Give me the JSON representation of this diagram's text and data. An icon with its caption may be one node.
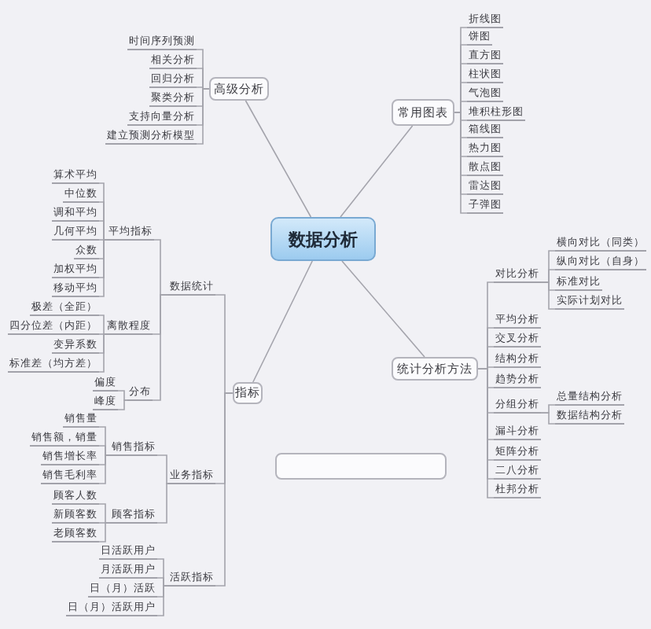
{
  "diagram": {
    "nodes": [
      {
        "text": [
          "数据分析"
        ]
      },
      {
        "text": [
          "高级分析"
        ]
      },
      {
        "text": [
          "时间序列预测"
        ]
      },
      {
        "text": [
          "相关分析"
        ]
      },
      {
        "text": [
          "回归分析"
        ]
      },
      {
        "text": [
          "聚类分析"
        ]
      },
      {
        "text": [
          "支持向量分析"
        ]
      },
      {
        "text": [
          "建立预测分析模型"
        ]
      },
      {
        "text": [
          "常用图表"
        ]
      },
      {
        "text": [
          "折线图"
        ]
      },
      {
        "text": [
          "饼图"
        ]
      },
      {
        "text": [
          "直方图"
        ]
      },
      {
        "text": [
          "柱状图"
        ]
      },
      {
        "text": [
          "气泡图"
        ]
      },
      {
        "text": [
          "堆积柱形图"
        ]
      },
      {
        "text": [
          "箱线图"
        ]
      },
      {
        "text": [
          "热力图"
        ]
      },
      {
        "text": [
          "散点图"
        ]
      },
      {
        "text": [
          "雷达图"
        ]
      },
      {
        "text": [
          "子弹图"
        ]
      },
      {
        "text": [
          "指标"
        ]
      },
      {
        "text": [
          "数据统计"
        ]
      },
      {
        "text": [
          "平均指标"
        ]
      },
      {
        "text": [
          "算术平均"
        ]
      },
      {
        "text": [
          "中位数"
        ]
      },
      {
        "text": [
          "调和平均"
        ]
      },
      {
        "text": [
          "几何平均"
        ]
      },
      {
        "text": [
          "众数"
        ]
      },
      {
        "text": [
          "加权平均"
        ]
      },
      {
        "text": [
          "移动平均"
        ]
      },
      {
        "text": [
          "离散程度"
        ]
      },
      {
        "text": [
          "极差（全距）"
        ]
      },
      {
        "text": [
          "四分位差（内距）"
        ]
      },
      {
        "text": [
          "变异系数"
        ]
      },
      {
        "text": [
          "标准差（均方差）"
        ]
      },
      {
        "text": [
          "分布"
        ]
      },
      {
        "text": [
          "偏度"
        ]
      },
      {
        "text": [
          "峰度"
        ]
      },
      {
        "text": [
          "业务指标"
        ]
      },
      {
        "text": [
          "销售指标"
        ]
      },
      {
        "text": [
          "销售量"
        ]
      },
      {
        "text": [
          "销售额，销量"
        ]
      },
      {
        "text": [
          "销售增长率"
        ]
      },
      {
        "text": [
          "销售毛利率"
        ]
      },
      {
        "text": [
          "顾客指标"
        ]
      },
      {
        "text": [
          "顾客人数"
        ]
      },
      {
        "text": [
          "新顾客数"
        ]
      },
      {
        "text": [
          "老顾客数"
        ]
      },
      {
        "text": [
          "活跃指标"
        ]
      },
      {
        "text": [
          "日活跃用户"
        ]
      },
      {
        "text": [
          "月活跃用户"
        ]
      },
      {
        "text": [
          "日（月）活跃"
        ]
      },
      {
        "text": [
          "日（月）活跃用户"
        ]
      },
      {
        "text": [
          "统计分析方法"
        ]
      },
      {
        "text": [
          "对比分析"
        ]
      },
      {
        "text": [
          "横向对比（同类）"
        ]
      },
      {
        "text": [
          "纵向对比（自身）"
        ]
      },
      {
        "text": [
          "标准对比"
        ]
      },
      {
        "text": [
          "实际计划对比"
        ]
      },
      {
        "text": [
          "平均分析"
        ]
      },
      {
        "text": [
          "交叉分析"
        ]
      },
      {
        "text": [
          "结构分析"
        ]
      },
      {
        "text": [
          "趋势分析"
        ]
      },
      {
        "text": [
          "分组分析"
        ]
      },
      {
        "text": [
          "总量结构分析"
        ]
      },
      {
        "text": [
          "数据结构分析"
        ]
      },
      {
        "text": [
          "漏斗分析"
        ]
      },
      {
        "text": [
          "矩阵分析"
        ]
      },
      {
        "text": [
          "二八分析"
        ]
      },
      {
        "text": [
          "杜邦分析"
        ]
      },
      {
        "text": [],
        "shape": "box"
      }
    ],
    "edges": [
      {
        "from": 0,
        "to": 1,
        "arrow": "none"
      },
      {
        "from": 1,
        "to": 2,
        "arrow": "none"
      },
      {
        "from": 1,
        "to": 3,
        "arrow": "none"
      },
      {
        "from": 1,
        "to": 4,
        "arrow": "none"
      },
      {
        "from": 1,
        "to": 5,
        "arrow": "none"
      },
      {
        "from": 1,
        "to": 6,
        "arrow": "none"
      },
      {
        "from": 1,
        "to": 7,
        "arrow": "none"
      },
      {
        "from": 0,
        "to": 8,
        "arrow": "none"
      },
      {
        "from": 8,
        "to": 9,
        "arrow": "none"
      },
      {
        "from": 8,
        "to": 10,
        "arrow": "none"
      },
      {
        "from": 8,
        "to": 11,
        "arrow": "none"
      },
      {
        "from": 8,
        "to": 12,
        "arrow": "none"
      },
      {
        "from": 8,
        "to": 13,
        "arrow": "none"
      },
      {
        "from": 8,
        "to": 14,
        "arrow": "none"
      },
      {
        "from": 8,
        "to": 15,
        "arrow": "none"
      },
      {
        "from": 8,
        "to": 16,
        "arrow": "none"
      },
      {
        "from": 8,
        "to": 17,
        "arrow": "none"
      },
      {
        "from": 8,
        "to": 18,
        "arrow": "none"
      },
      {
        "from": 8,
        "to": 19,
        "arrow": "none"
      },
      {
        "from": 0,
        "to": 20,
        "arrow": "none"
      },
      {
        "from": 20,
        "to": 21,
        "arrow": "none"
      },
      {
        "from": 21,
        "to": 22,
        "arrow": "none"
      },
      {
        "from": 22,
        "to": 23,
        "arrow": "none"
      },
      {
        "from": 22,
        "to": 24,
        "arrow": "none"
      },
      {
        "from": 22,
        "to": 25,
        "arrow": "none"
      },
      {
        "from": 22,
        "to": 26,
        "arrow": "none"
      },
      {
        "from": 22,
        "to": 27,
        "arrow": "none"
      },
      {
        "from": 22,
        "to": 28,
        "arrow": "none"
      },
      {
        "from": 22,
        "to": 29,
        "arrow": "none"
      },
      {
        "from": 21,
        "to": 30,
        "arrow": "none"
      },
      {
        "from": 30,
        "to": 31,
        "arrow": "none"
      },
      {
        "from": 30,
        "to": 32,
        "arrow": "none"
      },
      {
        "from": 30,
        "to": 33,
        "arrow": "none"
      },
      {
        "from": 30,
        "to": 34,
        "arrow": "none"
      },
      {
        "from": 21,
        "to": 35,
        "arrow": "none"
      },
      {
        "from": 35,
        "to": 36,
        "arrow": "none"
      },
      {
        "from": 35,
        "to": 37,
        "arrow": "none"
      },
      {
        "from": 20,
        "to": 38,
        "arrow": "none"
      },
      {
        "from": 38,
        "to": 39,
        "arrow": "none"
      },
      {
        "from": 39,
        "to": 40,
        "arrow": "none"
      },
      {
        "from": 39,
        "to": 41,
        "arrow": "none"
      },
      {
        "from": 39,
        "to": 42,
        "arrow": "none"
      },
      {
        "from": 39,
        "to": 43,
        "arrow": "none"
      },
      {
        "from": 38,
        "to": 44,
        "arrow": "none"
      },
      {
        "from": 44,
        "to": 45,
        "arrow": "none"
      },
      {
        "from": 44,
        "to": 46,
        "arrow": "none"
      },
      {
        "from": 44,
        "to": 47,
        "arrow": "none"
      },
      {
        "from": 20,
        "to": 48,
        "arrow": "none"
      },
      {
        "from": 48,
        "to": 49,
        "arrow": "none"
      },
      {
        "from": 48,
        "to": 50,
        "arrow": "none"
      },
      {
        "from": 48,
        "to": 51,
        "arrow": "none"
      },
      {
        "from": 48,
        "to": 52,
        "arrow": "none"
      },
      {
        "from": 0,
        "to": 53,
        "arrow": "none"
      },
      {
        "from": 53,
        "to": 54,
        "arrow": "none"
      },
      {
        "from": 54,
        "to": 55,
        "arrow": "none"
      },
      {
        "from": 54,
        "to": 56,
        "arrow": "none"
      },
      {
        "from": 54,
        "to": 57,
        "arrow": "none"
      },
      {
        "from": 54,
        "to": 58,
        "arrow": "none"
      },
      {
        "from": 53,
        "to": 59,
        "arrow": "none"
      },
      {
        "from": 53,
        "to": 60,
        "arrow": "none"
      },
      {
        "from": 53,
        "to": 61,
        "arrow": "none"
      },
      {
        "from": 53,
        "to": 62,
        "arrow": "none"
      },
      {
        "from": 53,
        "to": 63,
        "arrow": "none"
      },
      {
        "from": 63,
        "to": 64,
        "arrow": "none"
      },
      {
        "from": 63,
        "to": 65,
        "arrow": "none"
      },
      {
        "from": 53,
        "to": 66,
        "arrow": "none"
      },
      {
        "from": 53,
        "to": 67,
        "arrow": "none"
      },
      {
        "from": 53,
        "to": 68,
        "arrow": "none"
      },
      {
        "from": 53,
        "to": 69,
        "arrow": "none"
      }
    ]
  }
}
